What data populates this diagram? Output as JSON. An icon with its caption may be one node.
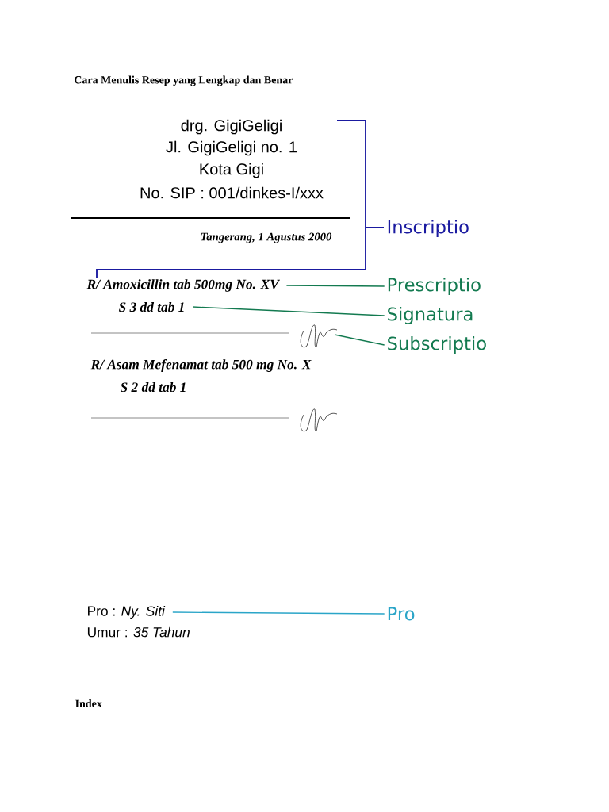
{
  "diagram": {
    "title": "Cara Menulis Resep yang Lengkap dan Benar",
    "nodes": [
      {
        "text": [
          "R/ Amoxicillin tab 500mg No. XV"
        ]
      },
      {
        "text": [
          "Prescriptio"
        ]
      },
      {
        "text": [
          "S 3 dd tab 1"
        ]
      },
      {
        "text": [
          "Signatura"
        ]
      },
      {
        "text": [],
        "shape": "picture"
      },
      {
        "text": [
          "Subscriptio"
        ]
      },
      {
        "text": [
          "Pro : *Ny. Siti*"
        ]
      },
      {
        "text": [
          "Pro"
        ]
      }
    ],
    "edges": [
      {
        "from": 1,
        "to": 0,
        "arrow": "none"
      },
      {
        "from": 3,
        "to": 2,
        "arrow": "none"
      },
      {
        "from": 5,
        "to": 4,
        "arrow": "none"
      },
      {
        "from": 7,
        "to": 6,
        "arrow": "none",
        "color": "#2aa5c8"
      }
    ],
    "labels": [
      "drg. GigiGeligi",
      "Jl. GigiGeligi no. 1",
      "Kota Gigi",
      "No. SIP : 001/dinkes-I/xxx",
      "Tangerang, 1 Agustus 2000",
      "Inscriptio",
      "R/ Asam Mefenamat tab 500 mg No. X",
      "S 2 dd tab 1",
      "Umur : *35 Tahun*",
      "Index"
    ]
  }
}
